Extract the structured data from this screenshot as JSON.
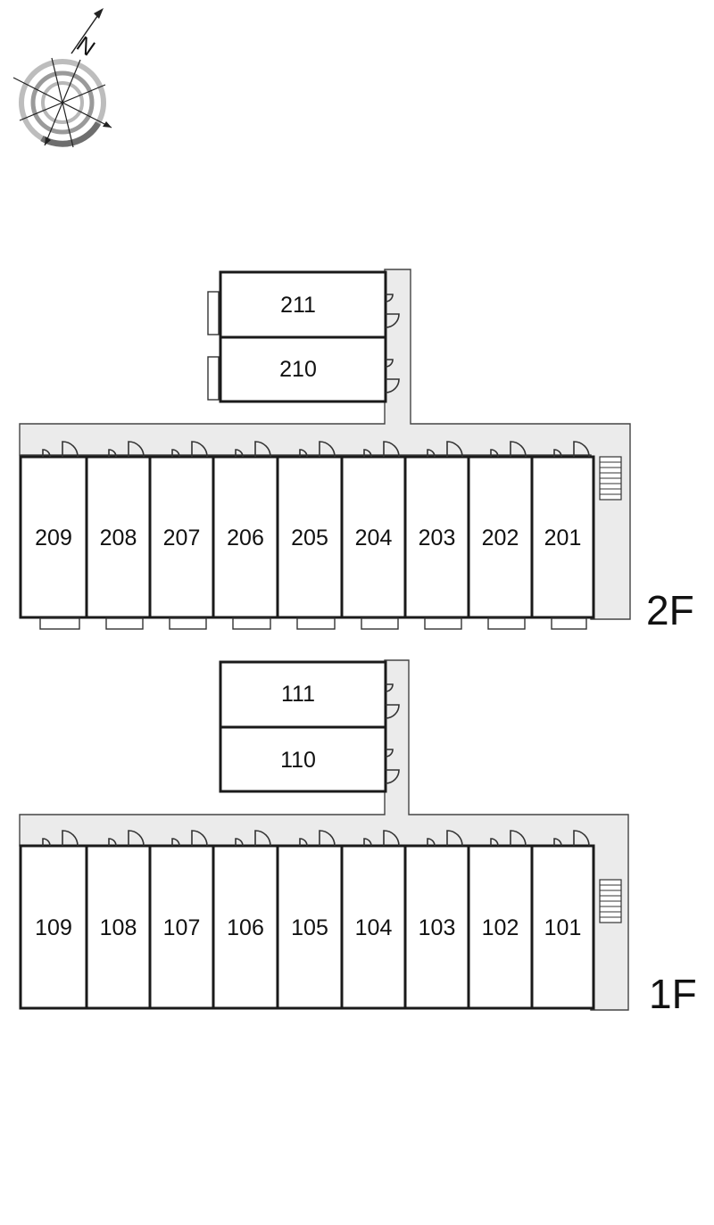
{
  "compass": {
    "icon": "north-arrow-compass-icon",
    "north_letter": "N"
  },
  "floors": [
    {
      "id": "2F",
      "label": "2F",
      "annex_units": [
        "211",
        "210"
      ],
      "row_units": [
        "209",
        "208",
        "207",
        "206",
        "205",
        "204",
        "203",
        "202",
        "201"
      ],
      "stair_icon": "stairs-icon"
    },
    {
      "id": "1F",
      "label": "1F",
      "annex_units": [
        "111",
        "110"
      ],
      "row_units": [
        "109",
        "108",
        "107",
        "106",
        "105",
        "104",
        "103",
        "102",
        "101"
      ],
      "stair_icon": "stairs-icon"
    }
  ],
  "colors": {
    "corridor": "#ebebeb",
    "walls": "#1a1a1a",
    "compass_ring": "#9a9a9a"
  }
}
